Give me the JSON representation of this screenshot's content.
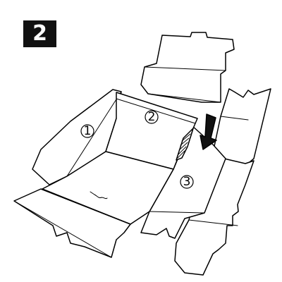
{
  "step": {
    "number": "2"
  },
  "labels": {
    "flap_1": "1",
    "flap_2": "2",
    "flap_3": "3"
  },
  "icons": {
    "fold_arrow": "arrow-down-icon"
  }
}
